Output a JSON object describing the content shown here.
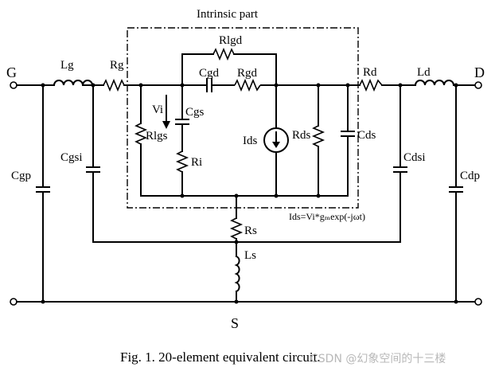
{
  "diagram": {
    "title": "Intrinsic part",
    "terminals": {
      "gate": "G",
      "drain": "D",
      "source": "S"
    },
    "labels": {
      "Lg": "Lg",
      "Rg": "Rg",
      "Rlgd": "Rlgd",
      "Cgd": "Cgd",
      "Rgd": "Rgd",
      "Rd": "Rd",
      "Ld": "Ld",
      "Vi": "Vi",
      "Cgs": "Cgs",
      "Rlgs": "Rlgs",
      "Ri": "Ri",
      "Ids": "Ids",
      "Rds": "Rds",
      "Cds": "Cds",
      "Cgp": "Cgp",
      "Cgsi": "Cgsi",
      "Cdsi": "Cdsi",
      "Cdp": "Cdp",
      "Rs": "Rs",
      "Ls": "Ls"
    },
    "equation": "Ids=Vi*gₘexp(-jωt)",
    "caption": "Fig. 1.  20-element equivalent circuit.",
    "watermark": "CSDN @幻象空间的十三楼"
  }
}
